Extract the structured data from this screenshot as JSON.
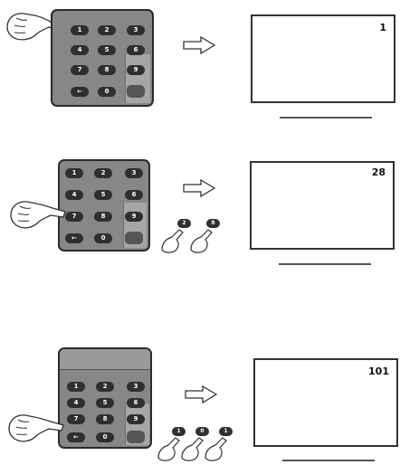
{
  "keypad": {
    "keys": [
      "1",
      "2",
      "3",
      "4",
      "5",
      "6",
      "7",
      "8",
      "9",
      "←",
      "0",
      ""
    ]
  },
  "steps": [
    {
      "channel": "1",
      "pressed_digits": []
    },
    {
      "channel": "28",
      "pressed_digits": [
        "2",
        "8"
      ]
    },
    {
      "channel": "101",
      "pressed_digits": [
        "1",
        "0",
        "1"
      ]
    }
  ],
  "colors": {
    "remote_body": "#878787",
    "key": "#2f2f2f",
    "outline": "#2b2b2b"
  },
  "icons": [
    "hand-pointer-icon",
    "arrow-right-icon",
    "tv-icon"
  ]
}
